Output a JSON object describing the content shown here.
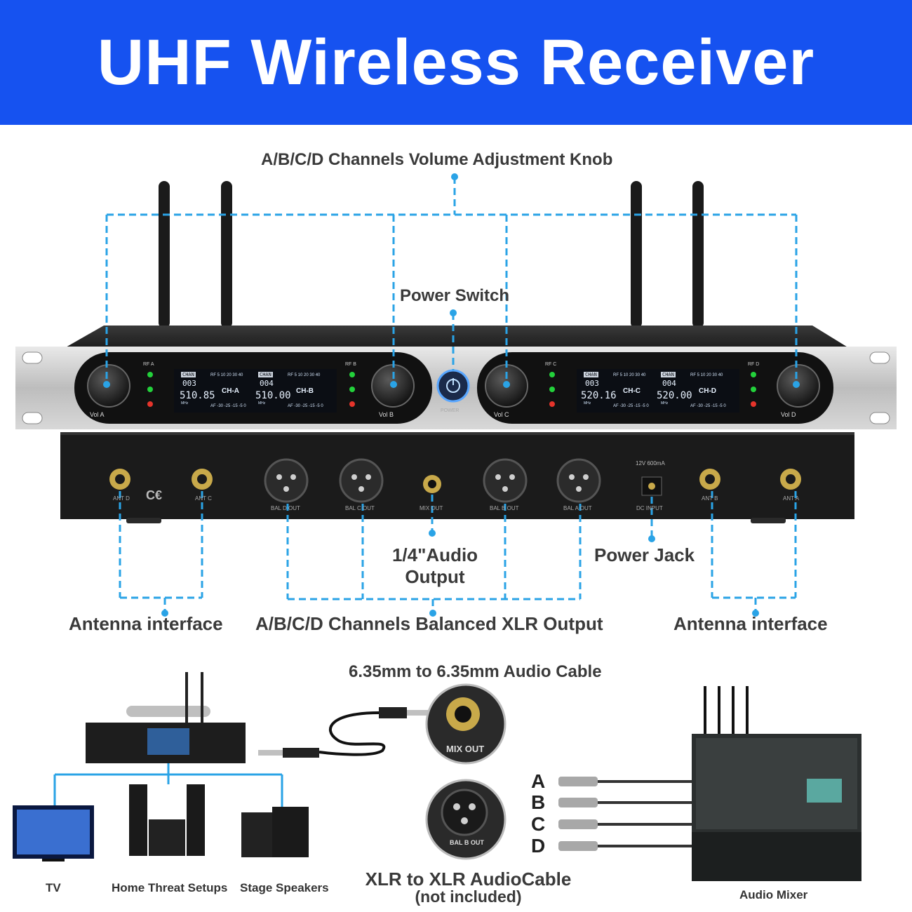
{
  "banner": {
    "title": "UHF Wireless Receiver"
  },
  "callouts": {
    "volume_knob": "A/B/C/D Channels Volume Adjustment Knob",
    "power_switch": "Power Switch",
    "audio_out_line1": "1/4\"Audio",
    "audio_out_line2": "Output",
    "power_jack": "Power Jack",
    "antenna_left": "Antenna interface",
    "xlr_output": "A/B/C/D Channels Balanced XLR Output",
    "antenna_right": "Antenna interface"
  },
  "front_panel": {
    "power_label": "POWER",
    "channels": [
      {
        "vol": "Vol A",
        "rf": "RF A",
        "chan": "003",
        "freq": "510.85",
        "name": "CH-A"
      },
      {
        "vol": "Vol B",
        "rf": "RF B",
        "chan": "004",
        "freq": "510.00",
        "name": "CH-B"
      },
      {
        "vol": "Vol C",
        "rf": "RF C",
        "chan": "003",
        "freq": "520.16",
        "name": "CH-C"
      },
      {
        "vol": "Vol D",
        "rf": "RF D",
        "chan": "004",
        "freq": "520.00",
        "name": "CH-D"
      }
    ],
    "chan_tag": "CHAN",
    "mhz": "MHz",
    "rf_scale": "RF 5 10 20 30 40",
    "af_scale": "AF -30 -25 -15 -5 0"
  },
  "rear_panel": {
    "ports": [
      "ANT D",
      "ANT C",
      "BAL D OUT",
      "BAL C OUT",
      "MIX OUT",
      "BAL B OUT",
      "BAL A OUT",
      "DC INPUT",
      "ANT B",
      "ANT A"
    ],
    "dc_rating": "12V 600mA",
    "cert": "C€"
  },
  "connection": {
    "cable_635": "6.35mm to 6.35mm Audio Cable",
    "mix_out": "MIX OUT",
    "bal_b_out": "BAL B OUT",
    "xlr_cable_line1": "XLR to XLR AudioCable",
    "xlr_cable_line2": "(not included)",
    "letters": [
      "A",
      "B",
      "C",
      "D"
    ],
    "devices": [
      "TV",
      "Home Threat Setups",
      "Stage Speakers"
    ],
    "mixer": "Audio Mixer"
  },
  "colors": {
    "banner": "#1652f0",
    "callout": "#2aa3e6",
    "text": "#3a3a3a"
  }
}
